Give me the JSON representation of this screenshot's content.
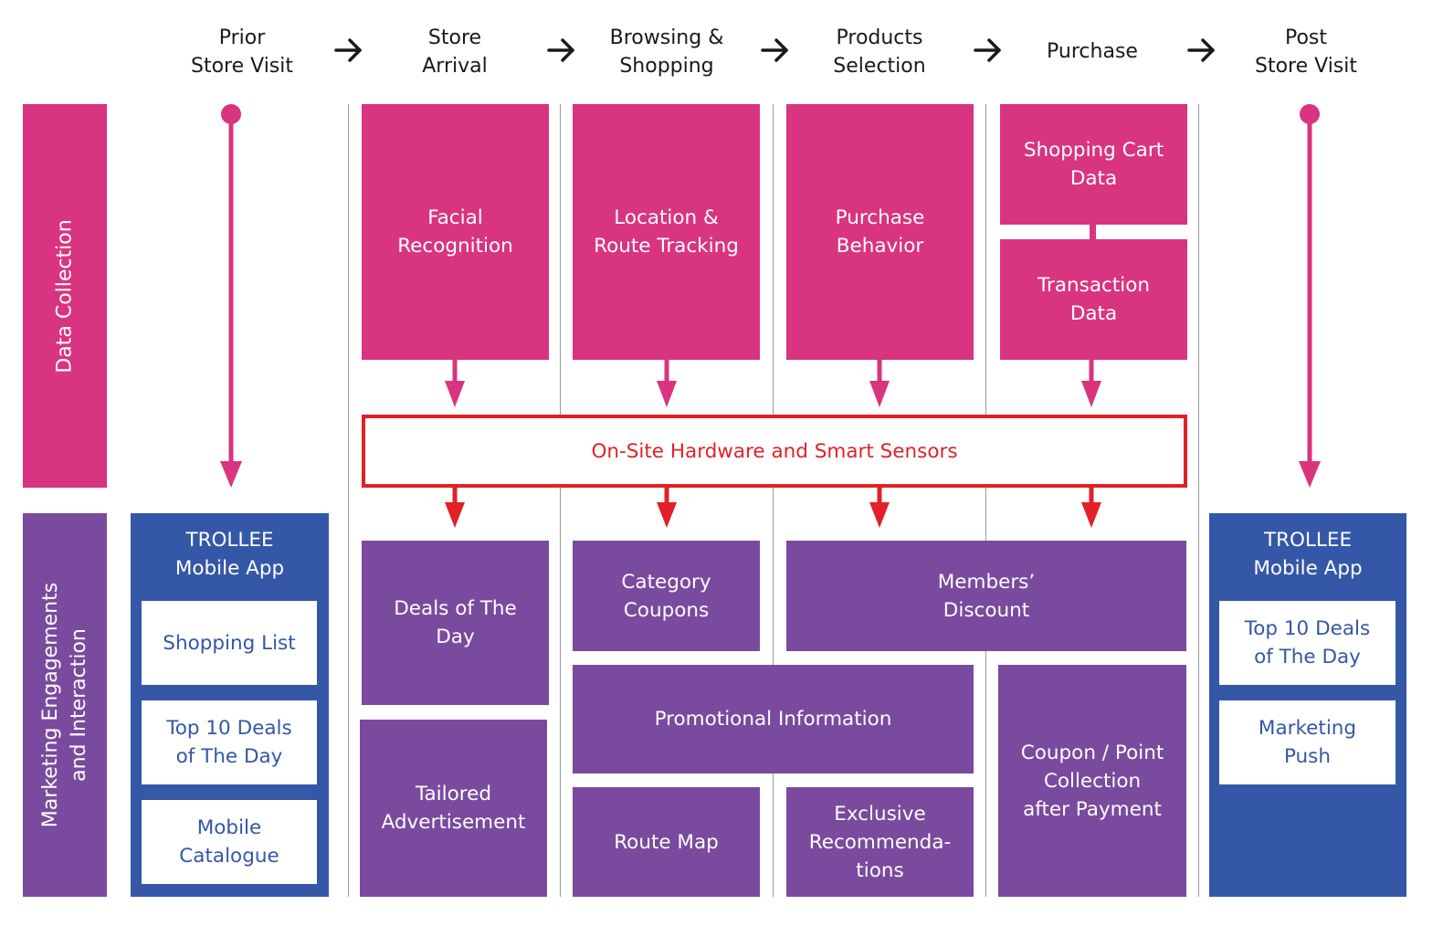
{
  "stages": [
    {
      "line1": "Prior",
      "line2": "Store Visit"
    },
    {
      "line1": "Store",
      "line2": "Arrival"
    },
    {
      "line1": "Browsing &",
      "line2": "Shopping"
    },
    {
      "line1": "Products",
      "line2": "Selection"
    },
    {
      "line1": "Purchase",
      "line2": ""
    },
    {
      "line1": "Post",
      "line2": "Store Visit"
    }
  ],
  "rows": {
    "data_collection": "Data Collection",
    "marketing_line1": "Marketing Engagements",
    "marketing_line2": "and Interaction"
  },
  "data_collection": {
    "facial": {
      "line1": "Facial",
      "line2": "Recognition"
    },
    "location": {
      "line1": "Location &",
      "line2": "Route Tracking"
    },
    "purchase_behavior": {
      "line1": "Purchase",
      "line2": "Behavior"
    },
    "shopping_cart": {
      "line1": "Shopping Cart",
      "line2": "Data"
    },
    "transaction": {
      "line1": "Transaction",
      "line2": "Data"
    }
  },
  "sensors": "On-Site Hardware and Smart Sensors",
  "app_left": {
    "title1": "TROLLEE",
    "title2": "Mobile App",
    "items": [
      {
        "line1": "Shopping List",
        "line2": ""
      },
      {
        "line1": "Top 10 Deals",
        "line2": "of The Day"
      },
      {
        "line1": "Mobile",
        "line2": "Catalogue"
      }
    ]
  },
  "app_right": {
    "title1": "TROLLEE",
    "title2": "Mobile App",
    "items": [
      {
        "line1": "Top 10 Deals",
        "line2": "of The Day"
      },
      {
        "line1": "Marketing",
        "line2": "Push"
      }
    ]
  },
  "marketing": {
    "deals": {
      "line1": "Deals of The",
      "line2": "Day"
    },
    "tailored": {
      "line1": "Tailored",
      "line2": "Advertisement"
    },
    "category": {
      "line1": "Category",
      "line2": "Coupons"
    },
    "members": {
      "line1": "Members’",
      "line2": "Discount"
    },
    "promotional": "Promotional Information",
    "route_map": "Route Map",
    "exclusive": {
      "line1": "Exclusive",
      "line2": "Recommenda-",
      "line3": "tions"
    },
    "coupon": {
      "line1": "Coupon / Point",
      "line2": "Collection",
      "line3": "after Payment"
    }
  },
  "colors": {
    "pink": "#d9347f",
    "purple": "#7a4a9e",
    "blue": "#3457a7",
    "red": "#e12127"
  }
}
